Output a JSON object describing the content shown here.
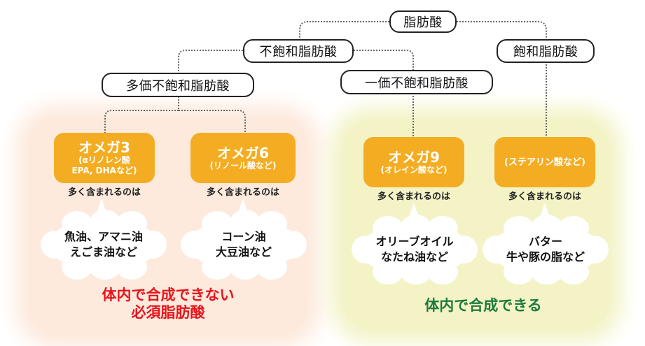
{
  "title": "脂肪酸",
  "nodes": {
    "root": "脂肪酸",
    "unsaturated": "不飽和脂肪酸",
    "saturated": "飽和脂肪酸",
    "polyunsaturated": "多価不飽和脂肪酸",
    "monounsaturated": "一価不飽和脂肪酸"
  },
  "groups": [
    {
      "name": "omega3",
      "title": "オメガ3",
      "sub": [
        "(αリノレン酸",
        "EPA, DHAなど)"
      ],
      "contains_label": "多く含まれるのは",
      "foods": [
        "魚油、アマニ油",
        "えごま油など"
      ]
    },
    {
      "name": "omega6",
      "title": "オメガ6",
      "sub": [
        "(リノール酸など)"
      ],
      "contains_label": "多く含まれるのは",
      "foods": [
        "コーン油",
        "大豆油など"
      ]
    },
    {
      "name": "omega9",
      "title": "オメガ9",
      "sub": [
        "(オレイン酸など)"
      ],
      "contains_label": "多く含まれるのは",
      "foods": [
        "オリーブオイル",
        "なたね油など"
      ]
    },
    {
      "name": "saturated-examples",
      "title": "",
      "sub": [
        "(ステアリン酸など)"
      ],
      "contains_label": "多く含まれるのは",
      "foods": [
        "バター",
        "牛や豚の脂など"
      ]
    }
  ],
  "panels": {
    "essential": {
      "lines": [
        "体内で合成できない",
        "必須脂肪酸"
      ],
      "color": "#e8141c",
      "bg": "#fdeadd"
    },
    "synthesizable": {
      "lines": [
        "体内で合成できる"
      ],
      "color": "#1d7a3a",
      "bg": "#f3f3c6"
    }
  },
  "colors": {
    "accent": "#f4ad22",
    "line": "#666666"
  }
}
